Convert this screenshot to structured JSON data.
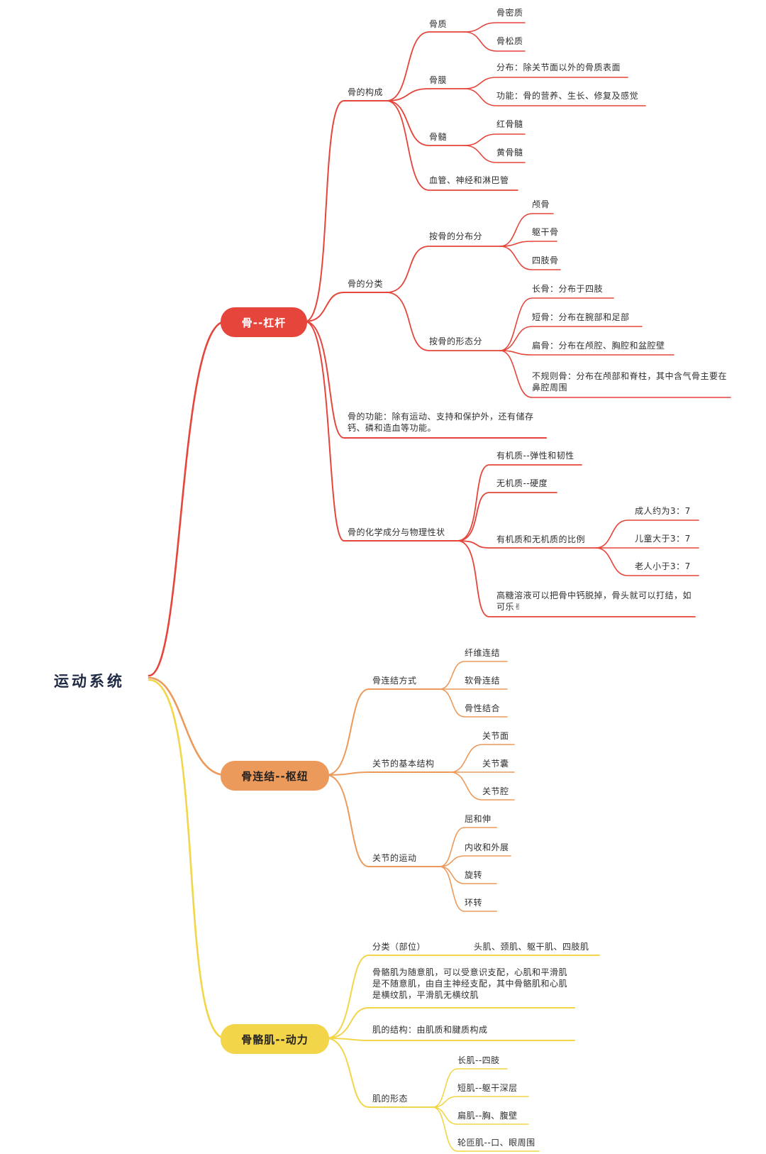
{
  "title": "运动系统",
  "colors": {
    "red": "#e5453b",
    "orange": "#eb9a5c",
    "yellow": "#f2d549"
  },
  "bone": {
    "label": "骨--杠杆",
    "composition": {
      "label": "骨的构成",
      "gu_zhi": {
        "label": "骨质",
        "items": [
          "骨密质",
          "骨松质"
        ]
      },
      "gu_mo": {
        "label": "骨膜",
        "items": [
          "分布：除关节面以外的骨质表面",
          "功能：骨的营养、生长、修复及感觉"
        ]
      },
      "gu_sui": {
        "label": "骨髓",
        "items": [
          "红骨髓",
          "黄骨髓"
        ]
      },
      "vessels": "血管、神经和淋巴管"
    },
    "classification": {
      "label": "骨的分类",
      "by_distribution": {
        "label": "按骨的分布分",
        "items": [
          "颅骨",
          "躯干骨",
          "四肢骨"
        ]
      },
      "by_shape": {
        "label": "按骨的形态分",
        "items": [
          "长骨：分布于四肢",
          "短骨：分布在腕部和足部",
          "扁骨：分布在颅腔、胸腔和盆腔壁",
          "不规则骨：分布在颅部和脊柱，其中含气骨主要在鼻腔周围"
        ]
      }
    },
    "function": "骨的功能：除有运动、支持和保护外，还有储存钙、磷和造血等功能。",
    "chemistry": {
      "label": "骨的化学成分与物理性状",
      "organic": "有机质--弹性和韧性",
      "inorganic": "无机质--硬度",
      "ratio": {
        "label": "有机质和无机质的比例",
        "items": [
          "成人约为3：7",
          "儿童大于3：7",
          "老人小于3：7"
        ]
      },
      "note": "高糖溶液可以把骨中钙脱掉，骨头就可以打结，如可乐✌"
    }
  },
  "joint": {
    "label": "骨连结--枢纽",
    "methods": {
      "label": "骨连结方式",
      "items": [
        "纤维连结",
        "软骨连结",
        "骨性结合"
      ]
    },
    "structure": {
      "label": "关节的基本结构",
      "items": [
        "关节面",
        "关节囊",
        "关节腔"
      ]
    },
    "movement": {
      "label": "关节的运动",
      "items": [
        "屈和伸",
        "内收和外展",
        "旋转",
        "环转"
      ]
    }
  },
  "muscle": {
    "label": "骨骼肌--动力",
    "category": {
      "label": "分类（部位）",
      "value": "头肌、颈肌、躯干肌、四肢肌"
    },
    "voluntary": "骨骼肌为随意肌，可以受意识支配，心肌和平滑肌是不随意肌，由自主神经支配，其中骨骼肌和心肌是横纹肌，平滑肌无横纹肌",
    "structure": "肌的结构：由肌质和腱质构成",
    "shape": {
      "label": "肌的形态",
      "items": [
        "长肌--四肢",
        "短肌--躯干深层",
        "扁肌--胸、腹壁",
        "轮匝肌--口、眼周围"
      ]
    }
  }
}
